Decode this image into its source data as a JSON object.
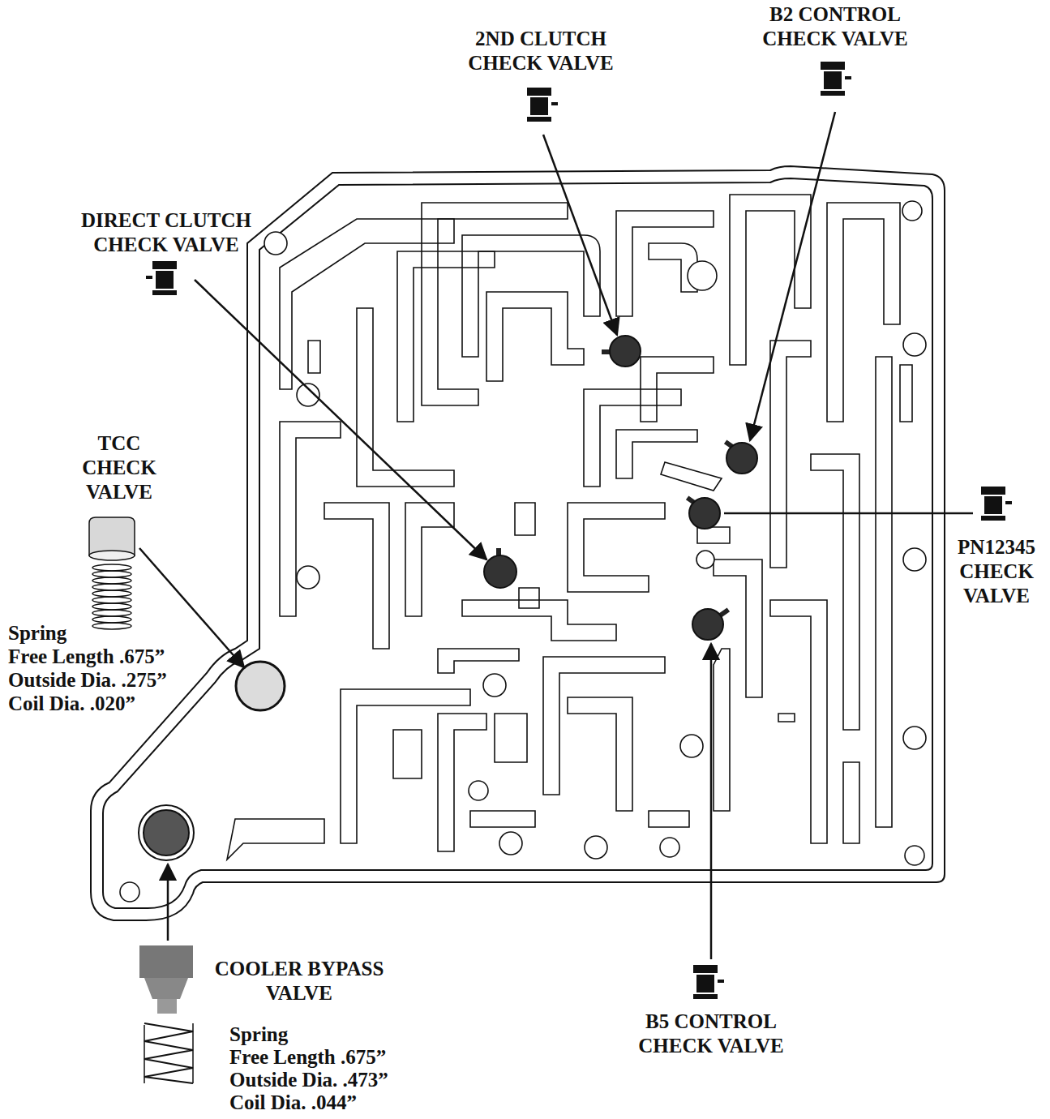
{
  "diagram": {
    "labels": [
      "2ND CLUTCH CHECK VALVE",
      "B2 CONTROL CHECK VALVE",
      "DIRECT CLUTCH CHECK VALVE",
      "TCC CHECK VALVE",
      "Spring",
      "Free Length .675”",
      "Outside Dia. .275”",
      "Coil Dia. .020”",
      "PN12345 CHECK VALVE",
      "COOLER BYPASS VALVE",
      "Spring",
      "Free Length .675”",
      "Outside Dia. .473”",
      "Coil Dia. .044”",
      "B5 CONTROL CHECK VALVE"
    ]
  }
}
